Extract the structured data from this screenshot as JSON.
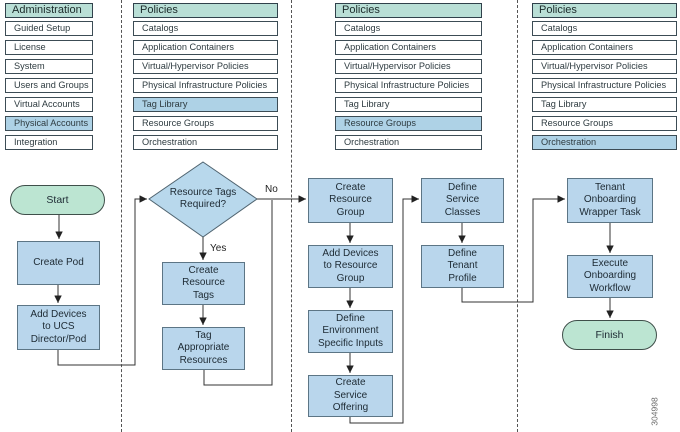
{
  "panels": [
    {
      "title": "Administration",
      "items": [
        {
          "label": "Guided Setup",
          "highlighted": false
        },
        {
          "label": "License",
          "highlighted": false
        },
        {
          "label": "System",
          "highlighted": false
        },
        {
          "label": "Users and Groups",
          "highlighted": false
        },
        {
          "label": "Virtual Accounts",
          "highlighted": false
        },
        {
          "label": "Physical Accounts",
          "highlighted": true
        },
        {
          "label": "Integration",
          "highlighted": false
        }
      ]
    },
    {
      "title": "Policies",
      "items": [
        {
          "label": "Catalogs",
          "highlighted": false
        },
        {
          "label": "Application Containers",
          "highlighted": false
        },
        {
          "label": "Virtual/Hypervisor Policies",
          "highlighted": false
        },
        {
          "label": "Physical Infrastructure Policies",
          "highlighted": false
        },
        {
          "label": "Tag Library",
          "highlighted": true
        },
        {
          "label": "Resource Groups",
          "highlighted": false
        },
        {
          "label": "Orchestration",
          "highlighted": false
        }
      ]
    },
    {
      "title": "Policies",
      "items": [
        {
          "label": "Catalogs",
          "highlighted": false
        },
        {
          "label": "Application Containers",
          "highlighted": false
        },
        {
          "label": "Virtual/Hypervisor Policies",
          "highlighted": false
        },
        {
          "label": "Physical Infrastructure Policies",
          "highlighted": false
        },
        {
          "label": "Tag Library",
          "highlighted": false
        },
        {
          "label": "Resource Groups",
          "highlighted": true
        },
        {
          "label": "Orchestration",
          "highlighted": false
        }
      ]
    },
    {
      "title": "Policies",
      "items": [
        {
          "label": "Catalogs",
          "highlighted": false
        },
        {
          "label": "Application Containers",
          "highlighted": false
        },
        {
          "label": "Virtual/Hypervisor Policies",
          "highlighted": false
        },
        {
          "label": "Physical Infrastructure Policies",
          "highlighted": false
        },
        {
          "label": "Tag Library",
          "highlighted": false
        },
        {
          "label": "Resource Groups",
          "highlighted": false
        },
        {
          "label": "Orchestration",
          "highlighted": true
        }
      ]
    }
  ],
  "flowchart": {
    "nodes": {
      "start": "Start",
      "create_pod": "Create Pod",
      "add_devices_ucs": "Add Devices\nto UCS\nDirector/Pod",
      "resource_tags_required": "Resource Tags\nRequired?",
      "create_resource_tags": "Create\nResource\nTags",
      "tag_appropriate_resources": "Tag\nAppropriate\nResources",
      "create_resource_group": "Create\nResource\nGroup",
      "add_devices_resource_group": "Add Devices\nto Resource\nGroup",
      "define_environment_specific_inputs": "Define\nEnvironment\nSpecific Inputs",
      "create_service_offering": "Create\nService\nOffering",
      "define_service_classes": "Define\nService\nClasses",
      "define_tenant_profile": "Define\nTenant\nProfile",
      "tenant_onboarding_wrapper_task": "Tenant\nOnboarding\nWrapper Task",
      "execute_onboarding_workflow": "Execute\nOnboarding\nWorkflow",
      "finish": "Finish"
    },
    "edge_labels": {
      "yes": "Yes",
      "no": "No"
    }
  },
  "figure_number": "304998",
  "colors": {
    "header_teal": "#b9dfd6",
    "terminal_green": "#bce5d2",
    "box_blue": "#b9d6ec",
    "highlight_blue": "#aed2e6",
    "line": "#333333"
  }
}
